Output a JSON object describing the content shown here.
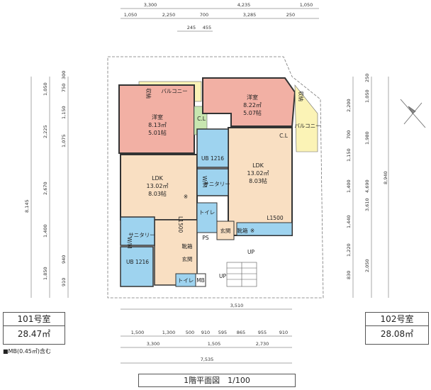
{
  "colors": {
    "western_room": "#f2b0a4",
    "ldk": "#f9dfc2",
    "bath": "#9ed3ef",
    "balcony": "#fbf3b6",
    "closet": "#c8e6b0",
    "wall": "#333333"
  },
  "plan_title": "1階平面図　1/100",
  "units": [
    {
      "name": "101号室",
      "area": "28.47㎡"
    },
    {
      "name": "102号室",
      "area": "28.08㎡"
    }
  ],
  "mb_note": "■MB(0.45㎡)含む",
  "rooms": {
    "r101_western": {
      "name": "洋室",
      "area": "8.13㎡",
      "size": "5.01帖"
    },
    "r101_ldk": {
      "name": "LDK",
      "area": "13.02㎡",
      "size": "8.03帖"
    },
    "r102_western": {
      "name": "洋室",
      "area": "8.22㎡",
      "size": "5.07帖"
    },
    "r102_ldk": {
      "name": "LDK",
      "area": "13.02㎡",
      "size": "8.03帖"
    }
  },
  "labels": {
    "balcony": "バルコニー",
    "cl": "C.L",
    "ub": "UB 1216",
    "sanitary": "サニタリー",
    "toilet": "トイレ",
    "entrance": "玄関",
    "shoe": "靴箱",
    "mb": "MB",
    "ps": "PS",
    "up": "UP",
    "wm": "W/M",
    "l1500": "L1500",
    "storage": "収納",
    "star": "※"
  },
  "dims": {
    "top_overall": [
      "3,300",
      "4,235",
      "1,050"
    ],
    "top_detail": [
      "1,050",
      "2,250",
      "700",
      "3,285",
      "250"
    ],
    "top_small": [
      "245",
      "455"
    ],
    "bottom_row1": [
      "3,510"
    ],
    "bottom_row2": [
      "1,500",
      "1,300",
      "500",
      "910",
      "595",
      "865",
      "955",
      "910"
    ],
    "bottom_row3": [
      "3,300",
      "1,505",
      "2,730"
    ],
    "bottom_total": [
      "7,535"
    ],
    "left_total": [
      "8,145"
    ],
    "left_col1": [
      "1,050",
      "2,225",
      "2,670",
      "1,400",
      "1,850"
    ],
    "left_col2": [
      "750",
      "300",
      "1,150",
      "1,075",
      "940",
      "910"
    ],
    "right_col1": [
      "1,050",
      "250",
      "2,200",
      "1,980",
      "700",
      "1,150",
      "1,400",
      "1,440",
      "1,220",
      "830"
    ],
    "right_col2": [
      "4,690",
      "3,610",
      "2,050"
    ],
    "right_total": [
      "8,940"
    ]
  }
}
